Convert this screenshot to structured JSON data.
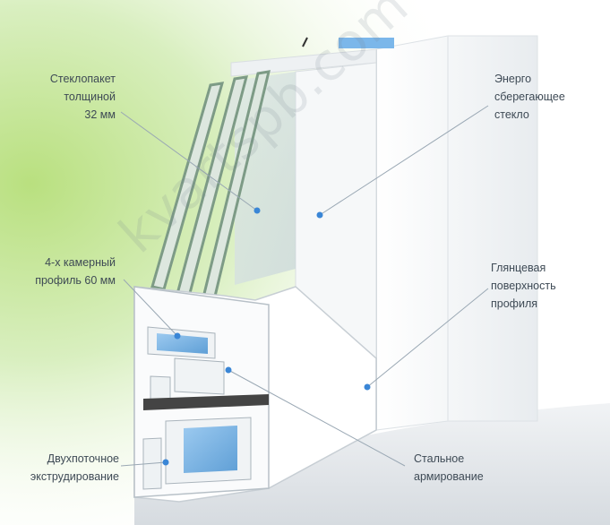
{
  "labels": {
    "glass_unit": [
      "Стеклопакет",
      "толщиной",
      "32 мм"
    ],
    "energy_glass": [
      "Энерго",
      "сберегающее",
      "стекло"
    ],
    "four_chamber": [
      "4-х камерный",
      "профиль 60 мм"
    ],
    "glossy_surface": [
      "Глянцевая",
      "поверхность",
      "профиля"
    ],
    "double_extrusion": [
      "Двухпоточное",
      "экструдирование"
    ],
    "steel_reinforcement": [
      "Стальное",
      "армирование"
    ]
  },
  "watermark": "kvartspb.com",
  "colors": {
    "label_text": "#3e4a55",
    "leader_line": "#9aa8b4",
    "marker_dot": "#3a86d6",
    "glass_edge": "#7d9b86",
    "profile_white": "#f4f6f8",
    "steel": "#7ab3e2",
    "background_green": "#cde8a4"
  }
}
